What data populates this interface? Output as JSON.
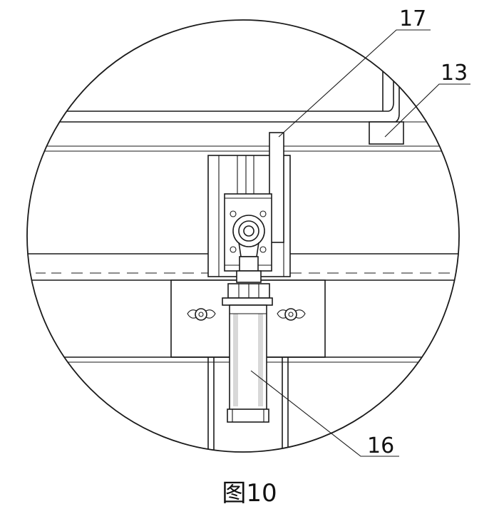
{
  "callouts": {
    "label_17": "17",
    "label_13": "13",
    "label_16": "16"
  },
  "caption": "图10"
}
